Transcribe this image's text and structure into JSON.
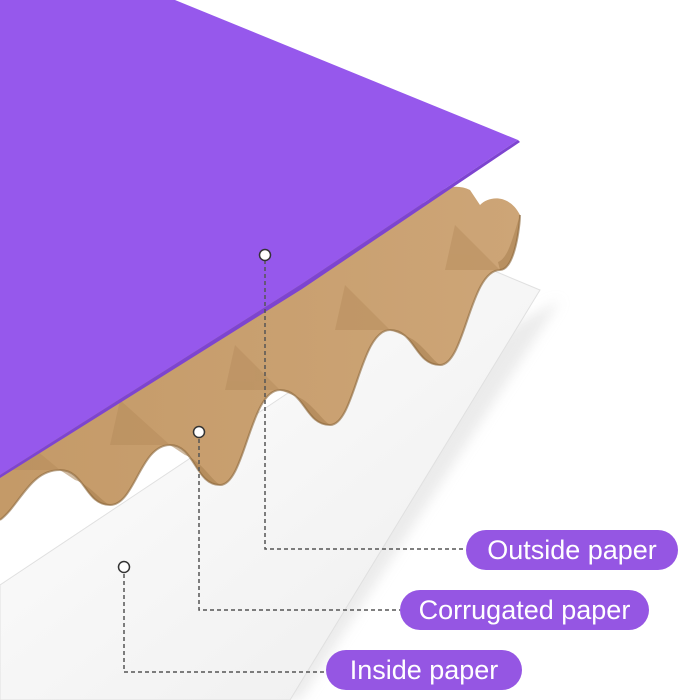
{
  "colors": {
    "outside_paper": "#9658ec",
    "corrugated_paper": "#c69d6c",
    "corrugated_shadow": "#a07a4d",
    "inside_paper": "#ffffff",
    "label_background": "#9556e3",
    "leader_line": "#555555"
  },
  "labels": {
    "outside": "Outside paper",
    "corrugated": "Corrugated paper",
    "inside": "Inside paper"
  }
}
